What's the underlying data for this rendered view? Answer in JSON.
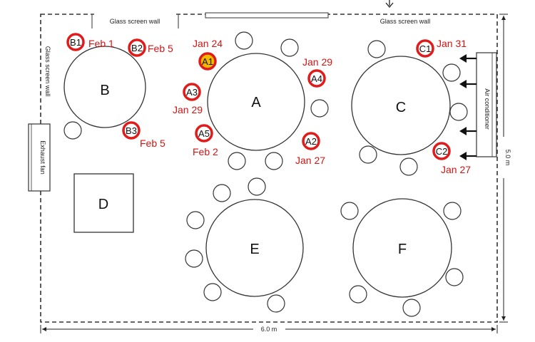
{
  "walls": {
    "glass_top_left": "Glass screen wall",
    "glass_top_right": "Glass screen wall",
    "glass_left": "Glass screen wall",
    "exhaust_fan": "Exhaust fan",
    "air_conditioner": "Air conditioner"
  },
  "dimensions": {
    "width": "6.0 m",
    "height": "5.0 m"
  },
  "tables": {
    "A": "A",
    "B": "B",
    "C": "C",
    "D": "D",
    "E": "E",
    "F": "F"
  },
  "cases": [
    {
      "id": "A1",
      "date": "Jan 24",
      "highlight": true
    },
    {
      "id": "A2",
      "date": "Jan 27",
      "highlight": false
    },
    {
      "id": "A3",
      "date": "Jan 29",
      "highlight": false
    },
    {
      "id": "A4",
      "date": "Jan 29",
      "highlight": false
    },
    {
      "id": "A5",
      "date": "Feb 2",
      "highlight": false
    },
    {
      "id": "B1",
      "date": "Feb 1",
      "highlight": false
    },
    {
      "id": "B2",
      "date": "Feb 5",
      "highlight": false
    },
    {
      "id": "B3",
      "date": "Feb 5",
      "highlight": false
    },
    {
      "id": "C1",
      "date": "Jan 31",
      "highlight": false
    },
    {
      "id": "C2",
      "date": "Jan 27",
      "highlight": false
    }
  ],
  "colors": {
    "case_ring": "#e01b1b",
    "case_highlight_fill": "#f5b800",
    "case_text": "#d41414"
  }
}
